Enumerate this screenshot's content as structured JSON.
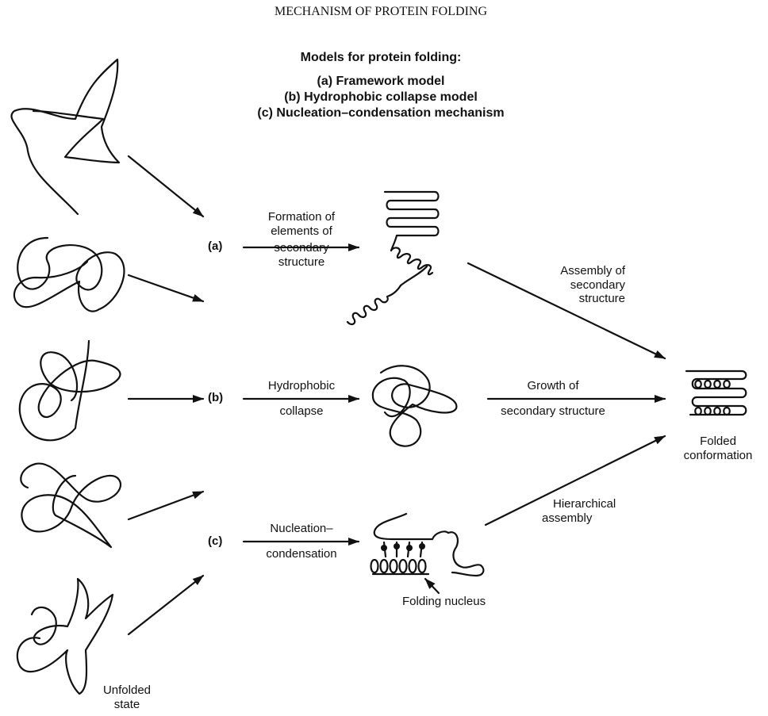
{
  "page_header": "MECHANISM OF PROTEIN FOLDING",
  "title": "Models for protein folding:",
  "models": [
    "(a) Framework model",
    "(b) Hydrophobic collapse model",
    "(c) Nucleation–condensation mechanism"
  ],
  "paths": {
    "a": {
      "marker": "(a)",
      "step1_line1": "Formation of",
      "step1_line2": "elements of",
      "step1_line3": "secondary",
      "step1_line4": "structure",
      "step2_line1": "Assembly of",
      "step2_line2": "secondary",
      "step2_line3": "structure"
    },
    "b": {
      "marker": "(b)",
      "step1_line1": "Hydrophobic",
      "step1_line2": "collapse",
      "step2_line1": "Growth of",
      "step2_line2": "secondary structure"
    },
    "c": {
      "marker": "(c)",
      "step1_line1": "Nucleation–",
      "step1_line2": "condensation",
      "step2_line1": "Hierarchical",
      "step2_line2": "assembly",
      "nucleus_label": "Folding nucleus"
    }
  },
  "unfolded_label_line1": "Unfolded",
  "unfolded_label_line2": "state",
  "folded_label_line1": "Folded",
  "folded_label_line2": "conformation",
  "colors": {
    "ink": "#111111",
    "background": "#ffffff"
  }
}
